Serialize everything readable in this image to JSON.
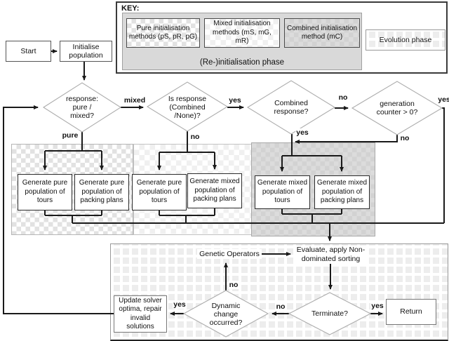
{
  "key_panel": {
    "title": "KEY:",
    "reinit_group_label": "(Re-)initialisation phase",
    "pure_label": "Pure initialisation methods (pS, pR, pG)",
    "mixed_label": "Mixed initialisation methods (mS, mG, mR)",
    "combined_label": "Combined initialisation method (mC)",
    "evolution_label": "Evolution phase"
  },
  "nodes": {
    "start": "Start",
    "initialise": "Initialise population",
    "response_type": "response: pure / mixed?",
    "is_response_combined_none": "Is response (Combined /None)?",
    "combined_response": "Combined response?",
    "generation_counter": "generation counter > 0?",
    "genetic_operators": "Genetic Operators",
    "evaluate_sort": "Evaluate, apply Non-dominated sorting",
    "update_solver": "Update solver optima, repair invalid solutions",
    "dynamic_change": "Dynamic change occurred?",
    "terminate": "Terminate?",
    "return": "Return"
  },
  "regions": [
    {
      "type": "pure",
      "boxes": [
        "Generate pure population of tours",
        "Generate pure population of packing plans"
      ]
    },
    {
      "type": "mixed",
      "boxes": [
        "Generate pure population of tours",
        "Generate mixed population of packing plans"
      ]
    },
    {
      "type": "combined",
      "boxes": [
        "Generate mixed population of tours",
        "Generate mixed population of packing plans"
      ]
    }
  ],
  "edge_labels": {
    "mixed": "mixed",
    "pure": "pure",
    "yes": "yes",
    "no": "no"
  },
  "colors": {
    "line": "#1a1a1a",
    "diamond_border": "#adadad",
    "group_gray": "#d9d9d9"
  }
}
